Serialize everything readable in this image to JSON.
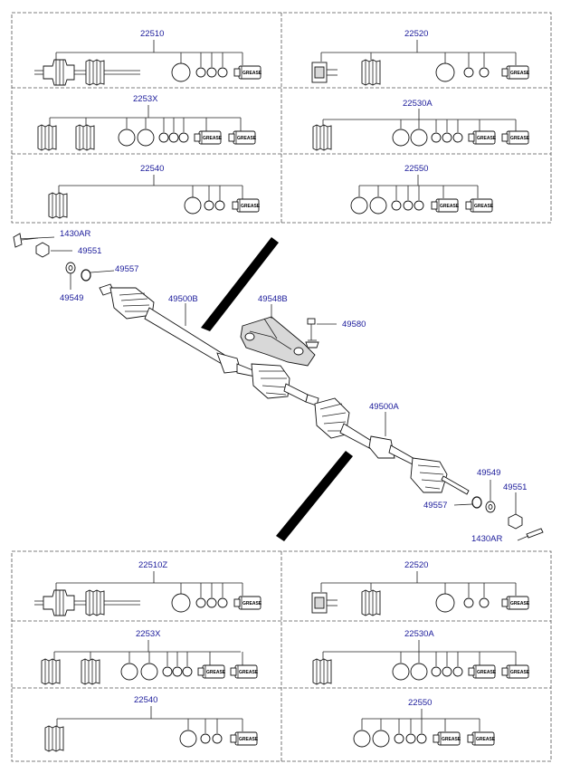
{
  "diagram": {
    "kit_labels": {
      "top": {
        "r1c1": "22510",
        "r1c2": "22520",
        "r2c1": "2253X",
        "r2c2": "22530A",
        "r3c1": "22540",
        "r3c2": "22550"
      },
      "bottom": {
        "r1c1": "22510Z",
        "r1c2": "22520",
        "r2c1": "2253X",
        "r2c2": "22530A",
        "r3c1": "22540",
        "r3c2": "22550"
      }
    },
    "grease_text": "GREASE",
    "callouts": {
      "pin_top": "1430AR",
      "nut_top": "49551",
      "ring_top": "49557",
      "washer_top": "49549",
      "shaft_left": "49500B",
      "bracket": "49548B",
      "bolt": "49580",
      "shaft_right": "49500A",
      "washer_bottom": "49549",
      "nut_bottom": "49551",
      "ring_bottom": "49557",
      "pin_bottom": "1430AR"
    }
  }
}
